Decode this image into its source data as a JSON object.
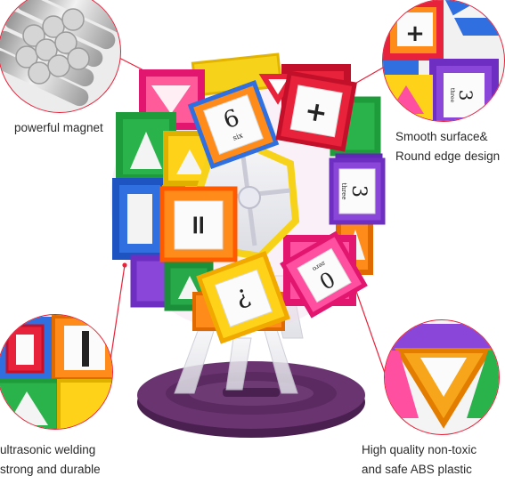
{
  "image": {
    "subject": "magnetic-tile-ferris-wheel"
  },
  "callouts": {
    "top_left": {
      "lines": [
        "powerful magnet"
      ],
      "icon": "magnet-cylinders-icon"
    },
    "top_right": {
      "lines": [
        "Smooth surface&",
        "Round edge design"
      ],
      "icon": "tile-edge-closeup-icon"
    },
    "bottom_left": {
      "lines": [
        "ultrasonic welding",
        "strong and durable"
      ],
      "icon": "tile-weld-closeup-icon"
    },
    "bottom_right": {
      "lines": [
        "High quality non-toxic",
        "and safe ABS plastic"
      ],
      "icon": "triangle-tile-closeup-icon"
    }
  },
  "tiles": {
    "six": {
      "symbol": "6",
      "word": "six"
    },
    "plus": {
      "symbol": "+"
    },
    "three": {
      "symbol": "3",
      "word": "three"
    },
    "equals": {
      "symbol": "="
    },
    "question": {
      "symbol": "?"
    },
    "zero": {
      "symbol": "0",
      "word": "zero"
    },
    "corner_plus": {
      "symbol": "+"
    },
    "corner_three": {
      "symbol": "3",
      "word": "three"
    }
  },
  "colors": {
    "accent_red": "#e8223a",
    "caption_text": "#2a2a2a",
    "base_purple": "#5b2b5e"
  }
}
